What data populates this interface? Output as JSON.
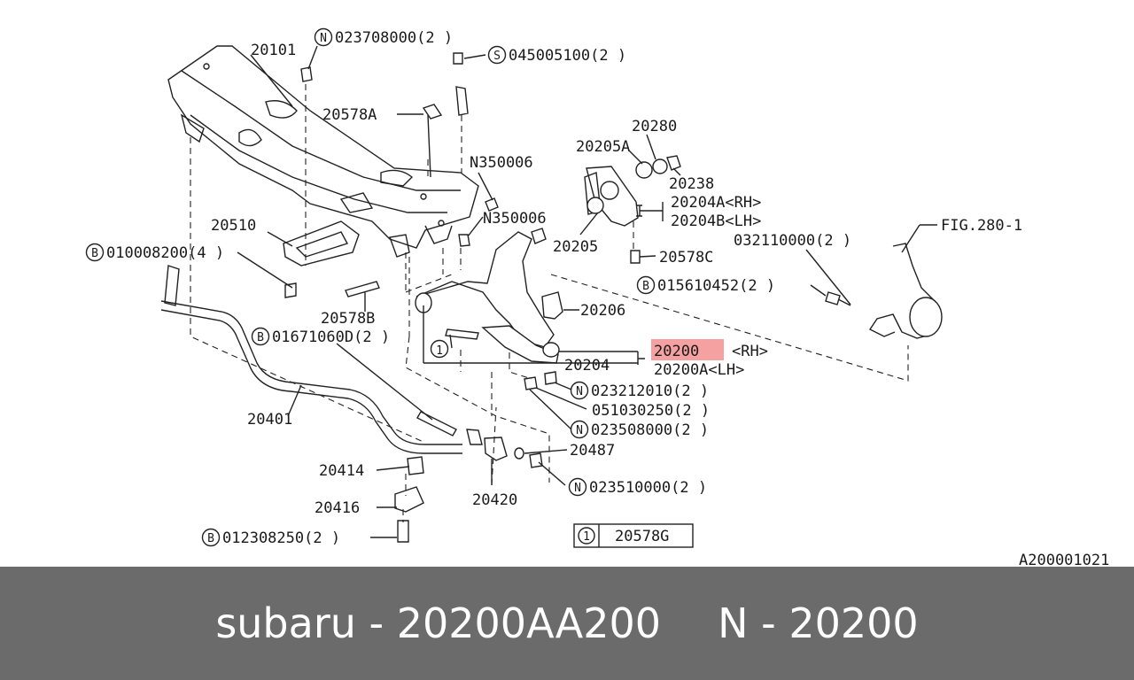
{
  "labels": {
    "p20101": "20101",
    "n023708000": "023708000(2 )",
    "s045005100": "045005100(2 )",
    "p20578A": "20578A",
    "n350006_1": "N350006",
    "n350006_2": "N350006",
    "p20280": "20280",
    "p20205A": "20205A",
    "p20238": "20238",
    "p20204A": "20204A<RH>",
    "p20204B": "20204B<LH>",
    "p20205": "20205",
    "p20510": "20510",
    "b010008200": "010008200(4 )",
    "p20578C": "20578C",
    "fig280": "FIG.280-1",
    "n032110000": "032110000(2 )",
    "b015610452": "015610452(2 )",
    "p20578B": "20578B",
    "p20206": "20206",
    "b01671060D": "01671060D(2 )",
    "p20200": "20200",
    "p20200_rh": "<RH>",
    "p20200A": "20200A<LH>",
    "p20204": "20204",
    "n023212010": "023212010(2 )",
    "p051030250": "051030250(2 )",
    "n023508000": "023508000(2 )",
    "p20401": "20401",
    "p20487": "20487",
    "p20414": "20414",
    "p20420": "20420",
    "n023510000": "023510000(2 )",
    "p20416": "20416",
    "b012308250": "012308250(2 )",
    "box_num": "1",
    "box_part": "20578G",
    "callout_1": "1",
    "code": "A200001021"
  },
  "badges": {
    "n": "N",
    "s": "S",
    "b": "B"
  },
  "highlight_color": "#f08080",
  "footer": {
    "part": "subaru - 20200AA200",
    "ref": "N - 20200"
  }
}
